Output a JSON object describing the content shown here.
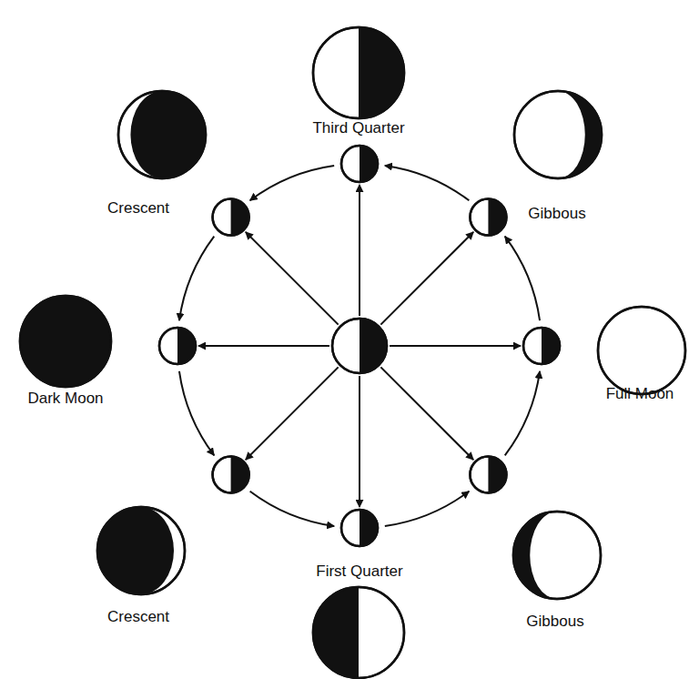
{
  "diagram": {
    "labels": [
      "Third Quarter",
      "Crescent",
      "Gibbous",
      "Dark Moon",
      "Full Moon",
      "First Quarter",
      "Crescent",
      "Gibbous"
    ]
  }
}
